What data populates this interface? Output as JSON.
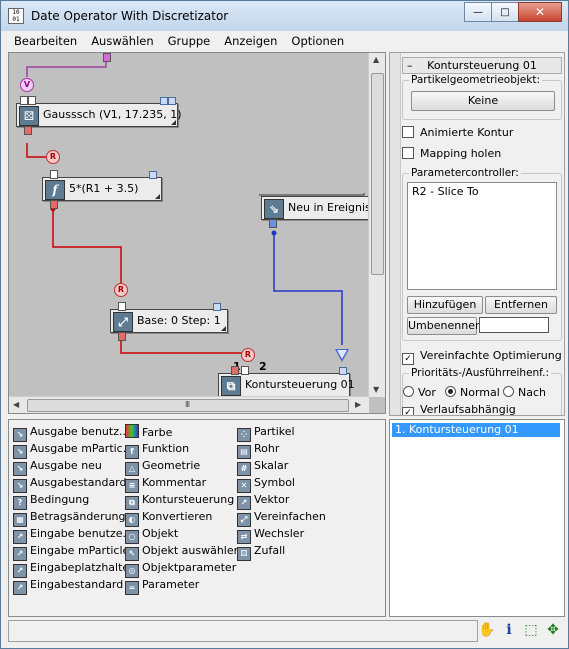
{
  "window": {
    "title": "Date Operator With Discretizator",
    "icon_text": "1 0\n0 1",
    "minimize_glyph": "—",
    "maximize_glyph": "□",
    "close_glyph": "✕"
  },
  "menu": [
    "Bearbeiten",
    "Auswählen",
    "Gruppe",
    "Anzeigen",
    "Optionen"
  ],
  "canvas": {
    "nodes": {
      "gauss": {
        "label": "Gausssch (V1, 17.235, 1)",
        "icon": "dice-icon"
      },
      "func": {
        "label": "5*(R1 + 3.5)",
        "icon_glyph": "f"
      },
      "event": {
        "label": "Neu in Ereignis",
        "icon": "event-icon"
      },
      "discr": {
        "label": "Base: 0  Step: 1",
        "icon": "discretizer-icon"
      },
      "kontur": {
        "label": "Kontursteuerung 01",
        "icon": "shape-icon"
      }
    },
    "circle_v": "V",
    "circle_r": "R",
    "tick_1": "1",
    "tick_2": "2",
    "hscroll_grip": "III"
  },
  "right_panel": {
    "header": "Kontursteuerung 01",
    "collapse_glyph": "–",
    "group_geometry": "Partikelgeometrieobjekt:",
    "btn_none": "Keine",
    "chk_animated": {
      "label": "Animierte Kontur",
      "checked": false
    },
    "chk_mapping": {
      "label": "Mapping holen",
      "checked": false
    },
    "group_param": "Parametercontroller:",
    "param_list": [
      "R2 - Slice To"
    ],
    "btn_add": "Hinzufügen",
    "btn_remove": "Entfernen",
    "btn_rename": "Umbenennen",
    "rename_value": "",
    "chk_optimize": {
      "label": "Vereinfachte Optimierung",
      "checked": true
    },
    "group_priority": "Prioritäts-/Ausführreihenf.:",
    "radio_before": "Vor",
    "radio_normal": "Normal",
    "radio_after": "Nach",
    "selected_priority": "Normal",
    "chk_history": {
      "label": "Verlaufsabhängig",
      "checked": true
    }
  },
  "depot": {
    "col1": [
      "Ausgabe benutz...",
      "Ausgabe mPartic...",
      "Ausgabe neu",
      "Ausgabestandard",
      "Bedingung",
      "Betragsänderung",
      "Eingabe benutze...",
      "Eingabe mParticles",
      "Eingabeplatzhalter",
      "Eingabestandard"
    ],
    "col2": [
      "Farbe",
      "Funktion",
      "Geometrie",
      "Kommentar",
      "Kontursteuerung",
      "Konvertieren",
      "Objekt",
      "Objekt auswählen",
      "Objektparameter",
      "Parameter"
    ],
    "col3": [
      "Partikel",
      "Rohr",
      "Skalar",
      "Symbol",
      "Vektor",
      "Vereinfachen",
      "Wechsler",
      "Zufall"
    ]
  },
  "events": [
    "1. Kontursteuerung 01"
  ],
  "tools": [
    {
      "name": "pan-hand-icon",
      "glyph": "✋"
    },
    {
      "name": "info-icon",
      "glyph": "i"
    },
    {
      "name": "select-region-icon",
      "glyph": "⬚"
    },
    {
      "name": "navigate-icon",
      "glyph": "✥"
    }
  ],
  "colors": {
    "wire_red": "#cc0000",
    "wire_blue": "#2233cc",
    "wire_magenta": "#a040a0",
    "selection": "#3399ff"
  }
}
